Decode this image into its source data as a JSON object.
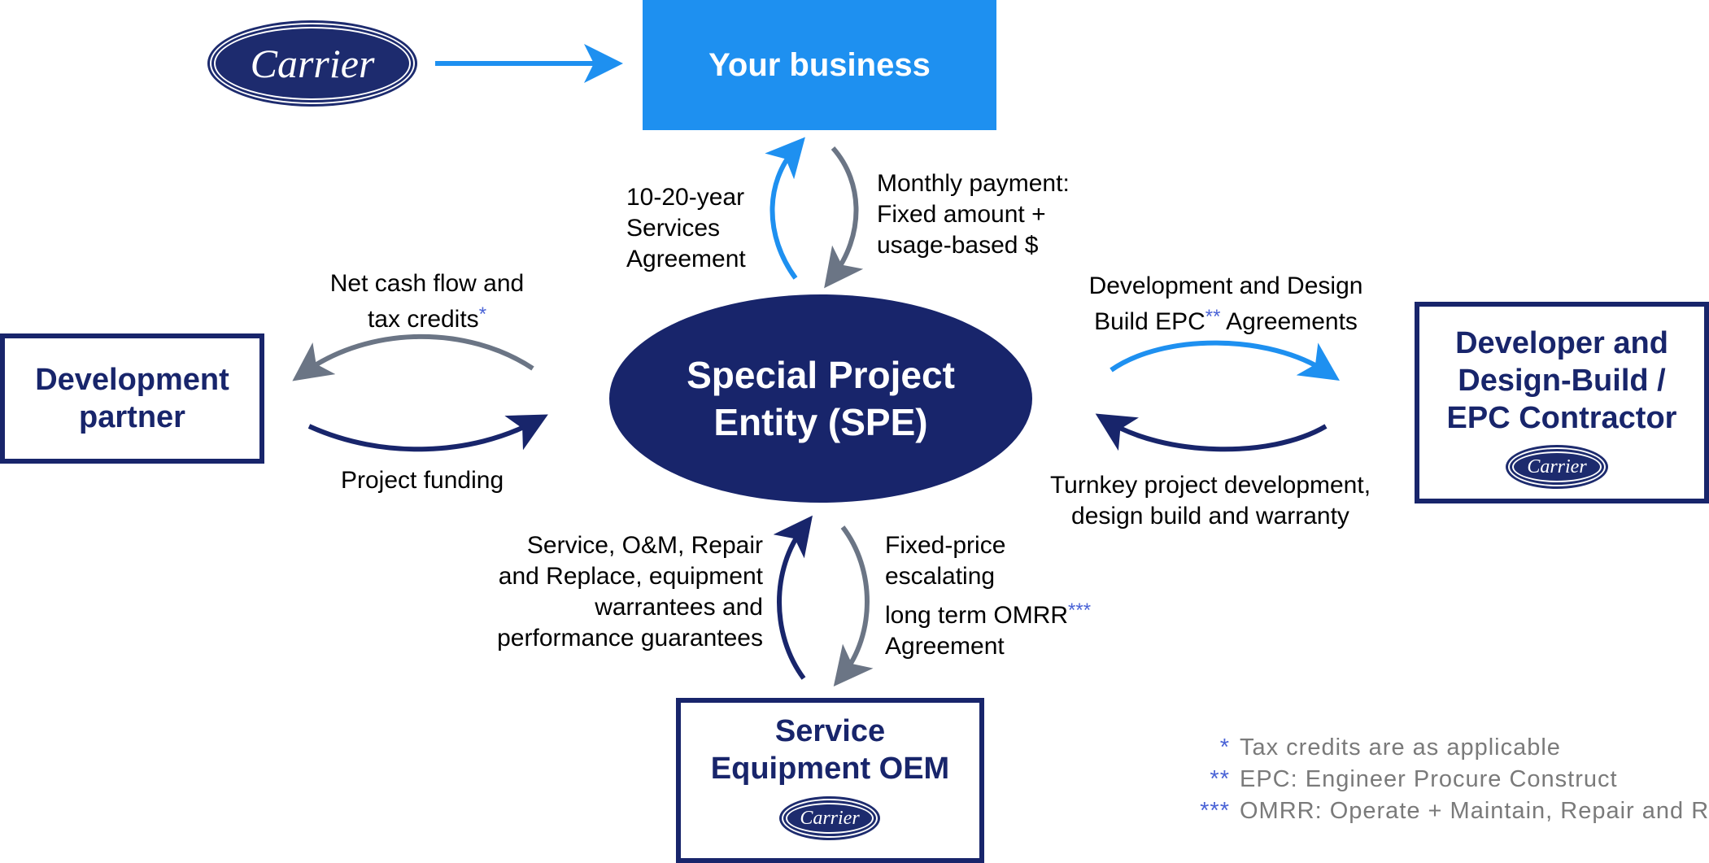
{
  "nodes": {
    "your_business": "Your business",
    "spe": [
      "Special Project",
      "Entity (SPE)"
    ],
    "development_partner": [
      "Development",
      "partner"
    ],
    "developer": [
      "Developer and",
      "Design-Build /",
      "EPC Contractor"
    ],
    "service_oem": [
      "Service",
      "Equipment OEM"
    ]
  },
  "logos": {
    "text": "Carrier"
  },
  "edge_labels": {
    "services_agreement": [
      "10-20-year",
      "Services",
      "Agreement"
    ],
    "monthly_payment": [
      "Monthly payment:",
      "Fixed amount +",
      "usage-based $"
    ],
    "net_cash_flow": [
      "Net cash flow and",
      "tax credits"
    ],
    "net_cash_flow_mark": "*",
    "project_funding": "Project funding",
    "dev_design": [
      "Development and Design",
      "Build EPC"
    ],
    "dev_design_mark": "**",
    "dev_design_tail": " Agreements",
    "turnkey": [
      "Turnkey project development,",
      "design build and warranty"
    ],
    "service_om": [
      "Service, O&M, Repair",
      "and Replace, equipment",
      "warrantees and",
      "performance guarantees"
    ],
    "fixed_price": [
      "Fixed-price",
      "escalating",
      "long term OMRR"
    ],
    "fixed_price_mark": "***",
    "fixed_price_last": "Agreement"
  },
  "footnotes": [
    {
      "mark": "*",
      "text": "Tax credits are as applicable"
    },
    {
      "mark": "**",
      "text": "EPC: Engineer Procure Construct"
    },
    {
      "mark": "***",
      "text": "OMRR: Operate + Maintain, Repair and Replace"
    }
  ],
  "colors": {
    "navy": "#18256b",
    "bright_blue": "#1e90f0",
    "gray_arrow": "#6b7585",
    "footnote_mark": "#4a63d6"
  }
}
